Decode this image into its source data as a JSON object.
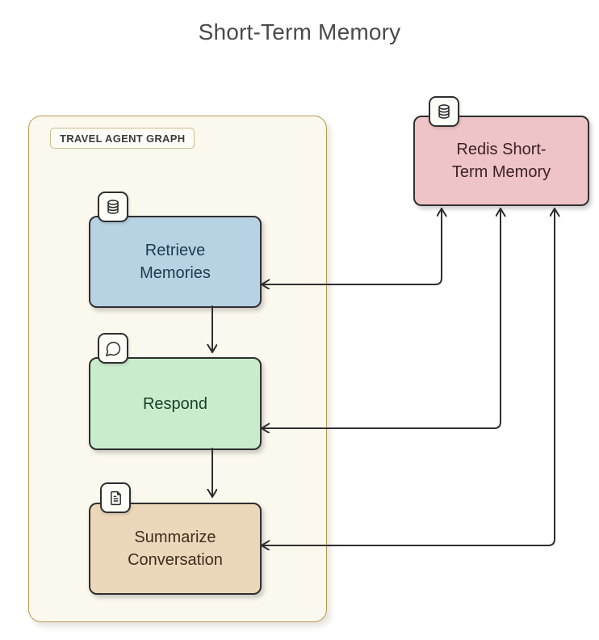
{
  "page": {
    "title": "Short-Term Memory",
    "background": "#ffffff"
  },
  "group": {
    "label": "TRAVEL AGENT GRAPH",
    "fill": "#fbf8ee",
    "border_color": "#b99c55"
  },
  "nodes": {
    "redis": {
      "label_lines": [
        "Redis Short-",
        "Term Memory"
      ],
      "icon": "database-icon",
      "fill": "#eec4c6",
      "text_color": "#3c2127",
      "border_color": "#2f2f2f"
    },
    "retrieve": {
      "label_lines": [
        "Retrieve",
        "Memories"
      ],
      "icon": "database-icon",
      "fill": "#b7d3e3",
      "text_color": "#1c3b4f",
      "border_color": "#2f2f2f"
    },
    "respond": {
      "label_lines": [
        "Respond"
      ],
      "icon": "speech-bubble-icon",
      "fill": "#c9edcc",
      "text_color": "#17422a",
      "border_color": "#2f2f2f"
    },
    "summarize": {
      "label_lines": [
        "Summarize",
        "Conversation"
      ],
      "icon": "document-icon",
      "fill": "#edd7ba",
      "text_color": "#3e2d1e",
      "border_color": "#2f2f2f"
    }
  },
  "edges": [
    {
      "from": "retrieve",
      "to": "respond",
      "direction": "one-way"
    },
    {
      "from": "respond",
      "to": "summarize",
      "direction": "one-way"
    },
    {
      "from": "retrieve",
      "to": "redis",
      "direction": "two-way"
    },
    {
      "from": "respond",
      "to": "redis",
      "direction": "two-way"
    },
    {
      "from": "summarize",
      "to": "redis",
      "direction": "two-way"
    }
  ],
  "edge_color": "#2e2e2e"
}
